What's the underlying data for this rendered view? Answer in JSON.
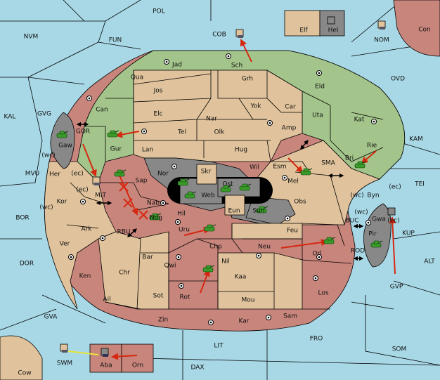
{
  "colors": {
    "sea": "#a8d8e6",
    "power_green": "#a3c48a",
    "power_tan": "#e0c39c",
    "power_rose": "#c8857c",
    "impassable": "#888888",
    "arrow": "#d62810",
    "unit_green": "#3a9a2a"
  },
  "provinces": {
    "POL": "POL",
    "COB": "COB",
    "Elf": "Elf",
    "Hel": "Hel",
    "NVM": "NVM",
    "FUN": "FUN",
    "NOM": "NOM",
    "Con": "Con",
    "OVD": "OVD",
    "KAL": "KAL",
    "GVG": "GVG",
    "Jad": "Jad",
    "Sch": "Sch",
    "Qua": "Qua",
    "Jos": "Jos",
    "Grh": "Grh",
    "Eld": "Eld",
    "Can": "Can",
    "Elc": "Elc",
    "Nar": "Nar",
    "Yok": "Yok",
    "Car": "Car",
    "Uta": "Uta",
    "Kat": "Kat",
    "KAM": "KAM",
    "GOR": "GOR",
    "Gaw": "Gaw",
    "Gur": "Gur",
    "Tel": "Tel",
    "Olk": "Olk",
    "Amp": "Amp",
    "Lan": "Lan",
    "Hug": "Hug",
    "Rie": "Rie",
    "Bri": "Bri",
    "SMA": "SMA",
    "MVU": "MVU",
    "Her": "Her",
    "Nor": "Nor",
    "Wil": "Wil",
    "Esm": "Esm",
    "TEI": "TEI",
    "MIT": "MIT",
    "Sap": "Sap",
    "Skr": "Skr",
    "Ost": "Ost",
    "Mel": "Mel",
    "Byn": "Byn",
    "Kor": "Kor",
    "Web": "Web",
    "Nab": "Nab",
    "Eun": "Eun",
    "Obs": "Obs",
    "Sun": "Sun",
    "BOR": "BOR",
    "Hil": "Hil",
    "Gwa": "Gwa",
    "Ark": "Ark",
    "Nog": "Nog",
    "RBU": "RBU",
    "BUC": "BUC",
    "Uru": "Uru",
    "Feu": "Feu",
    "KUP": "KUP",
    "Pir": "Pir",
    "Ver": "Ver",
    "Chp": "Chp",
    "Neu": "Neu",
    "Orl": "Orl",
    "DOR": "DOR",
    "Bar": "Bar",
    "Qwi": "Qwi",
    "Nil": "Nil",
    "ROD": "ROD",
    "ALT": "ALT",
    "Ken": "Ken",
    "Chr": "Chr",
    "Kaa": "Kaa",
    "GVP": "GVP",
    "Ail": "Ail",
    "Sot": "Sot",
    "Rot": "Rot",
    "Los": "Los",
    "Mou": "Mou",
    "GVA": "GVA",
    "Zin": "Zin",
    "Kar": "Kar",
    "Sam": "Sam",
    "FRO": "FRO",
    "LIT": "LIT",
    "SOM": "SOM",
    "SWM": "SWM",
    "Aba": "Aba",
    "Orn": "Orn",
    "Cow": "Cow",
    "DAX": "DAX"
  },
  "coast_tags": [
    "(wc)",
    "(ec)",
    "(ec)",
    "(wc)",
    "(wc)",
    "(ec)",
    "(wc)",
    "(ec)"
  ]
}
